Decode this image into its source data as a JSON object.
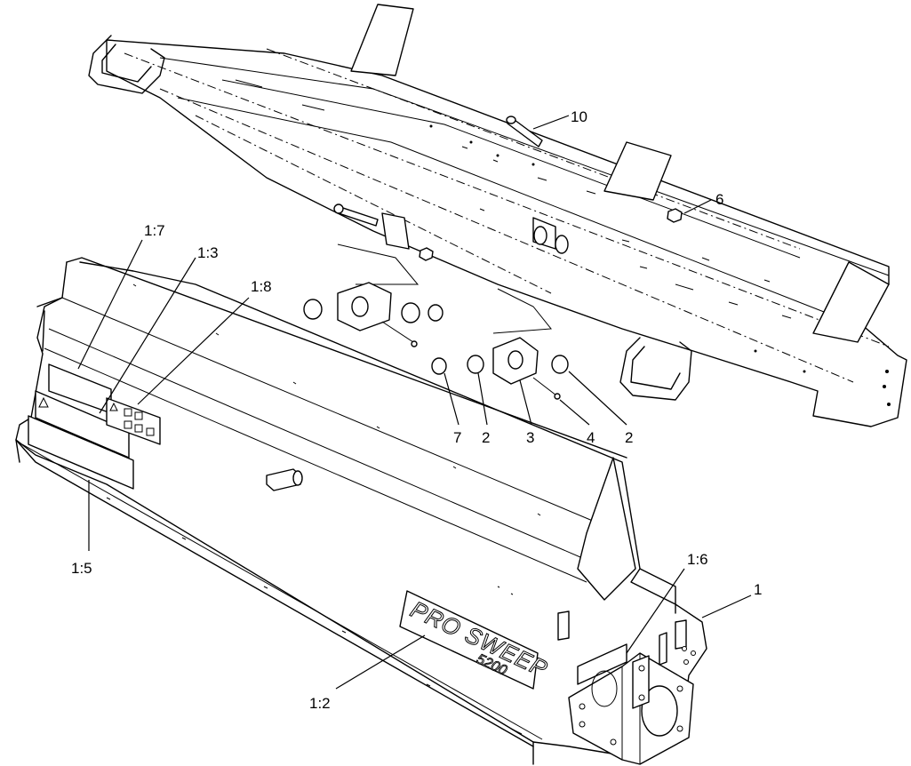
{
  "callouts": {
    "c_1_7": "1:7",
    "c_1_3": "1:3",
    "c_1_8": "1:8",
    "c_1_5": "1:5",
    "c_1_2": "1:2",
    "c_1_6": "1:6",
    "c_1": "1",
    "c_10": "10",
    "c_6": "6",
    "c_7": "7",
    "c_2a": "2",
    "c_3": "3",
    "c_4": "4",
    "c_2b": "2"
  },
  "branding": {
    "line1": "PRO SWEEP",
    "line2": "5200"
  }
}
